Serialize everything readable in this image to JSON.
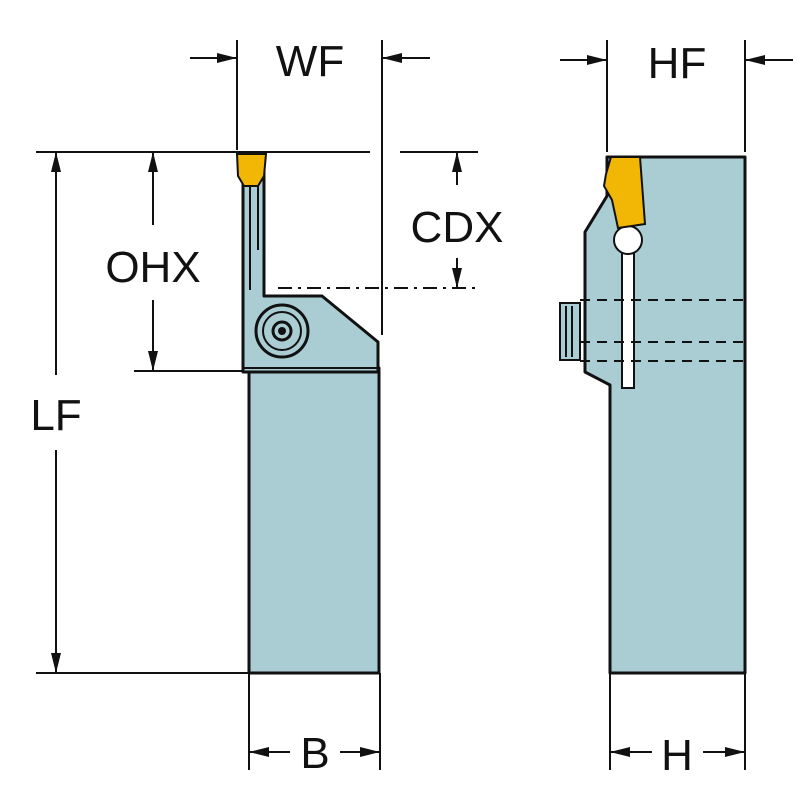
{
  "colors": {
    "body": "#a9cdd3",
    "insert": "#f2b705",
    "line": "#111111",
    "background": "#ffffff"
  },
  "labels": {
    "wf": "WF",
    "hf": "HF",
    "cdx": "CDX",
    "ohx": "OHX",
    "lf": "LF",
    "b": "B",
    "h": "H"
  },
  "icons": {
    "screw": "torx-screw-icon",
    "arrow": "dimension-arrowhead"
  }
}
